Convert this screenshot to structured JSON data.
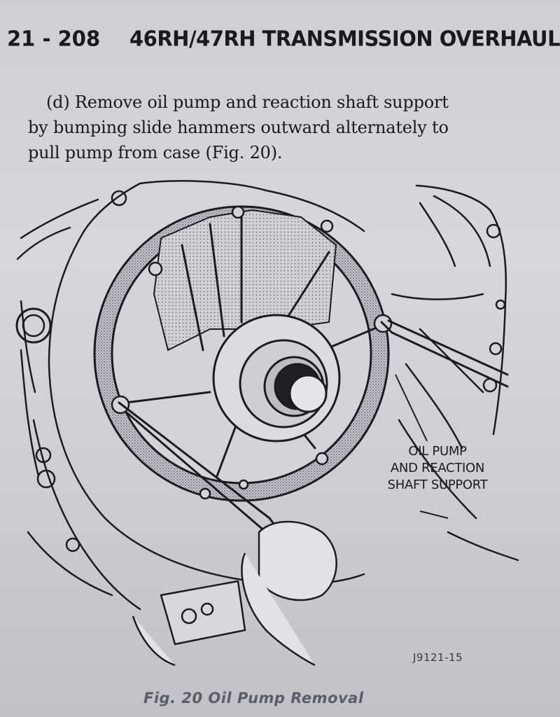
{
  "header": {
    "page_number": "21 - 208",
    "section_title": "46RH/47RH TRANSMISSION OVERHAUL"
  },
  "instruction": {
    "lines": [
      "(d) Remove oil pump and reaction shaft support",
      "by bumping slide hammers outward alternately to",
      "pull pump from case (Fig. 20)."
    ]
  },
  "figure": {
    "callout_lines": [
      "OIL PUMP",
      "AND REACTION",
      "SHAFT SUPPORT"
    ],
    "figure_id": "J9121-15",
    "caption": "Fig. 20 Oil Pump Removal"
  }
}
